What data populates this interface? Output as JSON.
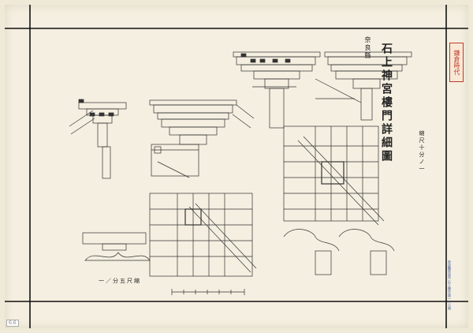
{
  "sheet": {
    "region": "奈良縣",
    "title": "石上神宮樓門詳細圖",
    "scale_top": "縮尺十分ノ一",
    "stamp": "鎌倉時代",
    "scale_caption": "一／分五尺縮",
    "notes": [
      "奈良縣奈良市",
      "石上神宮",
      "第一八二號"
    ],
    "corner_label": "6.6"
  },
  "colors": {
    "paper": "#f4efe0",
    "ink": "#222222",
    "stamp": "#c0392b"
  }
}
